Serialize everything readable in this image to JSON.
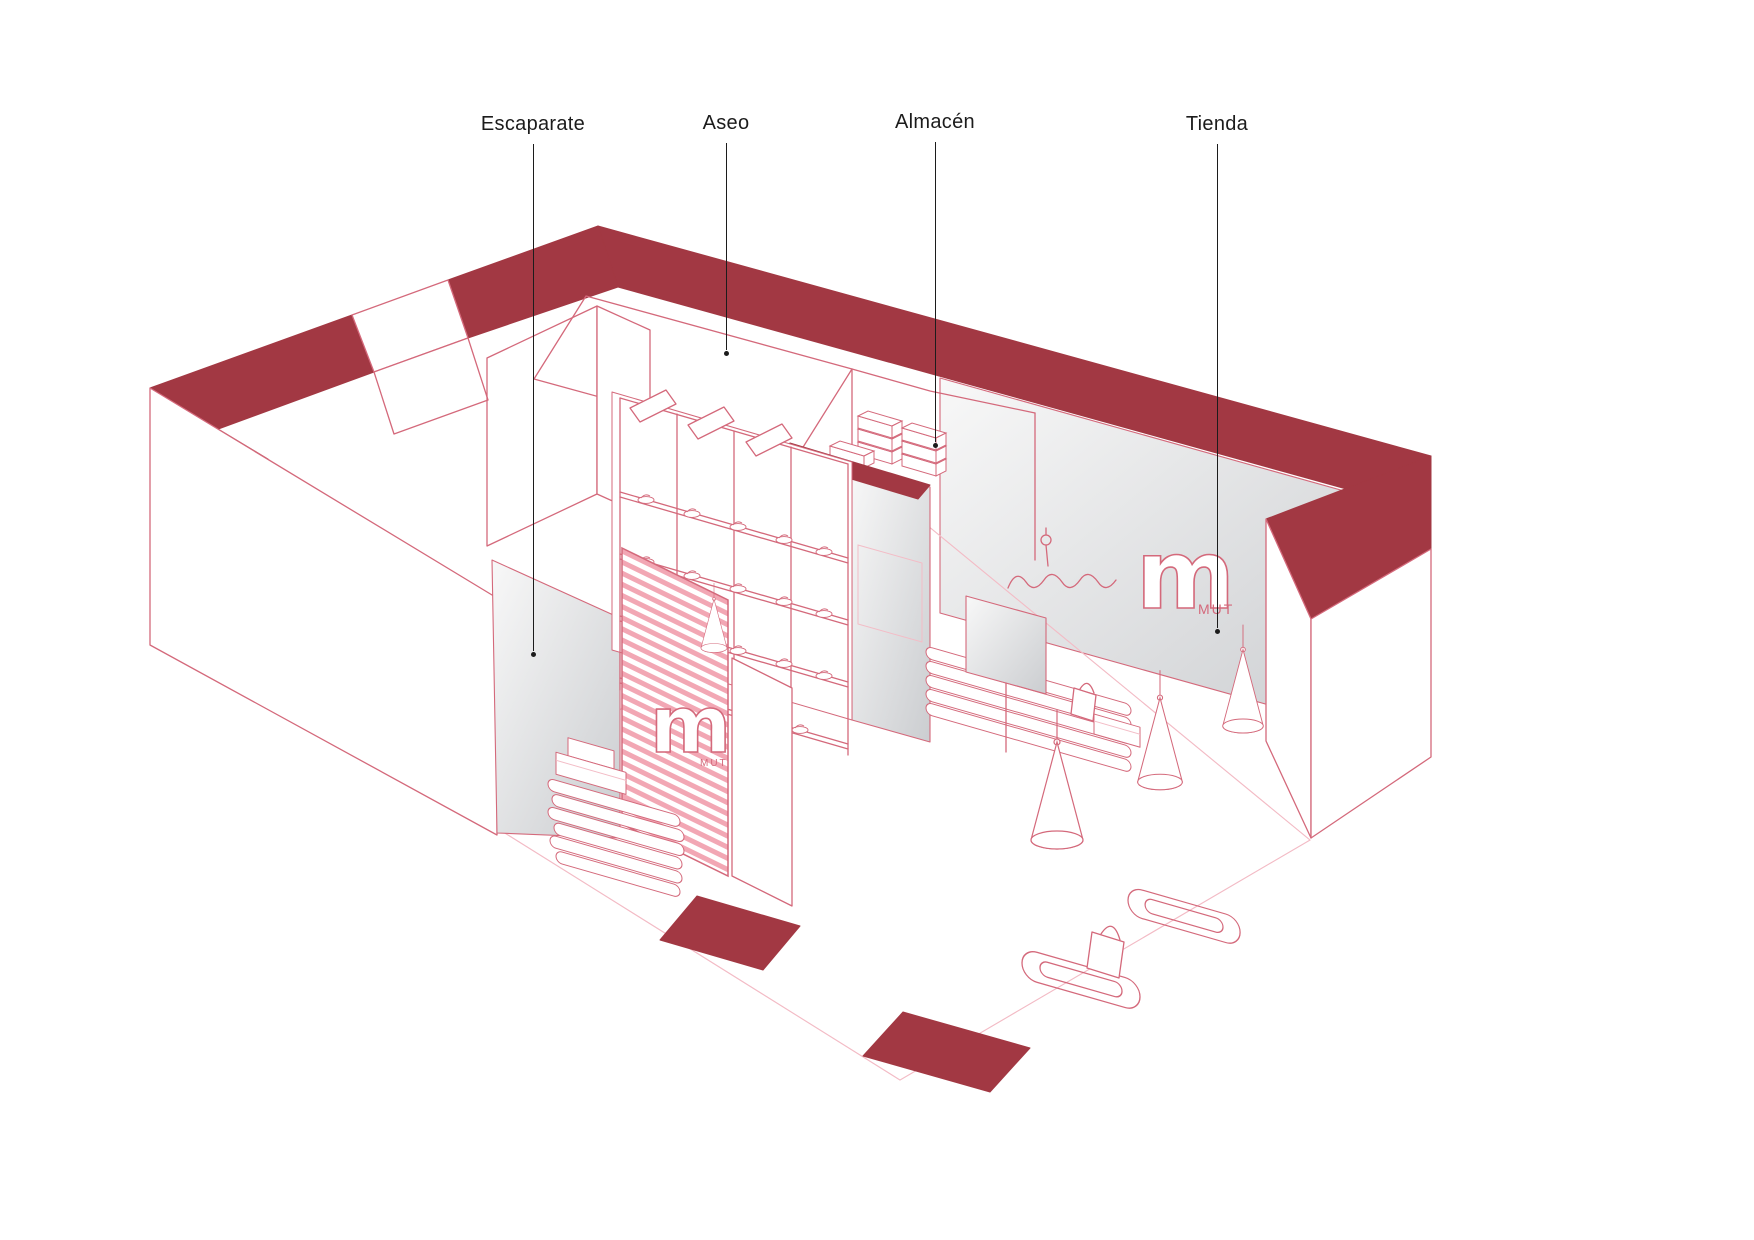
{
  "diagram": {
    "labels": [
      {
        "id": "escaparate",
        "text": "Escaparate"
      },
      {
        "id": "aseo",
        "text": "Aseo"
      },
      {
        "id": "almacen",
        "text": "Almacén"
      },
      {
        "id": "tienda",
        "text": "Tienda"
      }
    ],
    "logo": {
      "glyph": "m",
      "text": "MUT"
    }
  },
  "colors": {
    "wall-cut": "#a23843",
    "line": "#d4697b",
    "line-soft": "#f3bcc6",
    "hatch": "#f2a7b4",
    "vent": "#b24e59",
    "glass-light": "#f8f8f8",
    "glass-dark": "#cbcdd0",
    "label-ink": "#1c1c1c",
    "background": "#ffffff"
  }
}
